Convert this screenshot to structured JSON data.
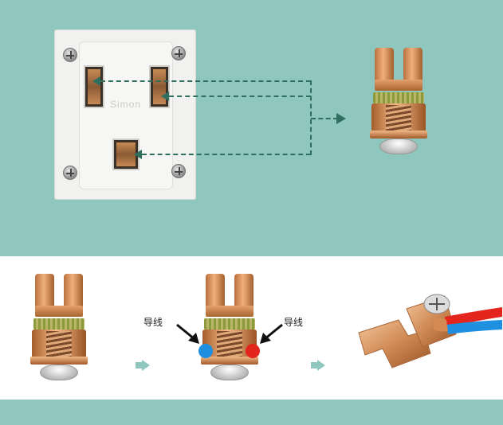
{
  "socket": {
    "brand": "Simon"
  },
  "steps": {
    "wire_label_left": "导线",
    "wire_label_right": "导线"
  },
  "colors": {
    "teal_background": "#8fc6bd",
    "dashed_line": "#2f6f5f",
    "wire_blue": "#1f8fe0",
    "wire_red": "#e3251e",
    "copper": "#d48a52"
  }
}
